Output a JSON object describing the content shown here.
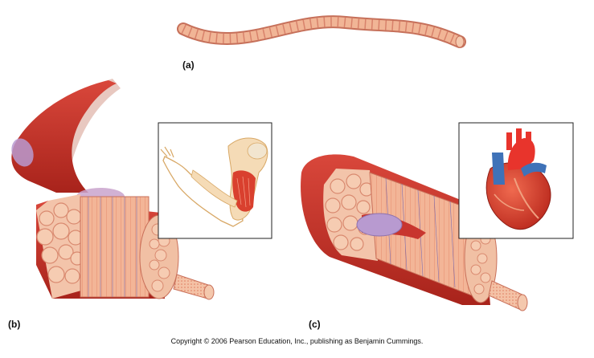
{
  "labels": {
    "a": "(a)",
    "b": "(b)",
    "c": "(c)"
  },
  "copyright": "Copyright © 2006 Pearson Education, Inc., publishing as Benjamin Cummings.",
  "colors": {
    "muscle_red": "#c8352e",
    "muscle_dark": "#9c2019",
    "fiber_salmon": "#f2b79a",
    "fiber_outline": "#e07b5e",
    "nucleus_purple": "#b89ad0",
    "heart_red": "#d9402e",
    "aorta_red": "#e8342c",
    "vessel_blue": "#3f72b8",
    "arm_tan": "#f5dbb6"
  }
}
